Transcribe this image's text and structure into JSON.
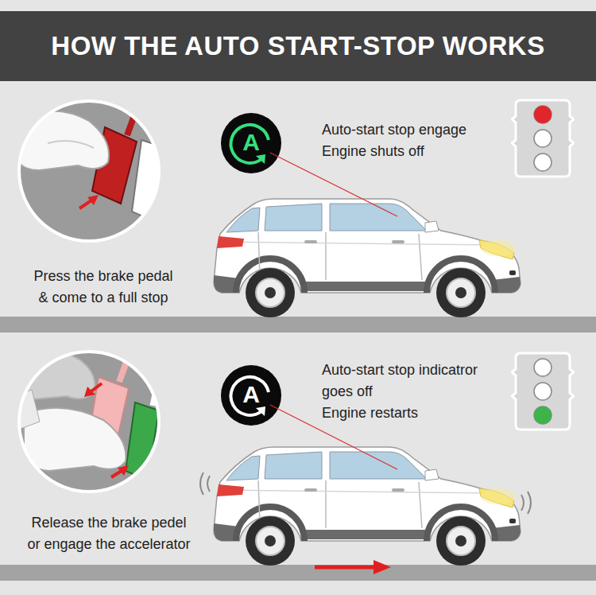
{
  "diagram": {
    "title": "HOW THE AUTO START-STOP WORKS",
    "nodes": [
      {
        "text": [
          "A"
        ]
      },
      {
        "text": [
          "A"
        ]
      }
    ],
    "labels": [
      "Auto-start stop engage",
      "Engine shuts off",
      "Press the brake pedal & come to a full stop",
      "Auto-start stop indicatror goes off",
      "Engine restarts",
      "Release the brake pedel or engage the accelerator"
    ]
  }
}
